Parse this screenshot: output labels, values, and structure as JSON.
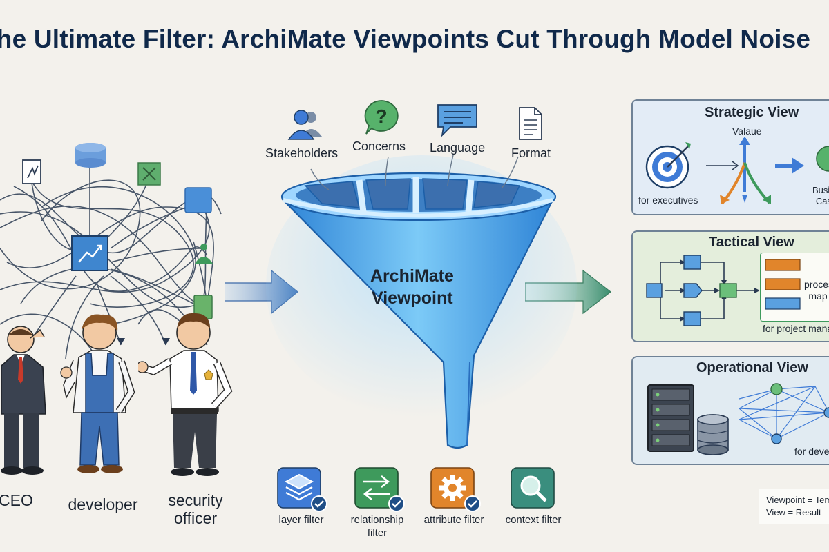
{
  "title": "The Ultimate Filter: ArchiMate Viewpoints Cut Through Model Noise",
  "people": [
    {
      "label": "CEO"
    },
    {
      "label": "developer"
    },
    {
      "label": "security officer"
    }
  ],
  "aspects": [
    {
      "label": "Stakeholders",
      "icon": "users-icon"
    },
    {
      "label": "Concerns",
      "icon": "question-bubble-icon"
    },
    {
      "label": "Language",
      "icon": "chat-bubble-icon"
    },
    {
      "label": "Format",
      "icon": "document-icon"
    }
  ],
  "funnel": {
    "label_line1": "ArchiMate",
    "label_line2": "Viewpoint"
  },
  "filters": [
    {
      "label": "layer filter",
      "icon": "layers-icon",
      "color": "#3f7bd6"
    },
    {
      "label": "relationship filter",
      "icon": "swap-arrows-icon",
      "color": "#3e9a5c"
    },
    {
      "label": "attribute filter",
      "icon": "gear-icon",
      "color": "#e1852b"
    },
    {
      "label": "context filter",
      "icon": "magnifier-icon",
      "color": "#3a8e7e"
    }
  ],
  "views": {
    "strategic": {
      "title": "Strategic View",
      "value_label": "Valaue",
      "audience": "for executives",
      "result_label": "Business Case"
    },
    "tactical": {
      "title": "Tactical View",
      "result_label": "process map",
      "audience": "for project managers"
    },
    "operational": {
      "title": "Operational View",
      "audience": "for developers"
    }
  },
  "legend": {
    "line1": "Viewpoint = Template",
    "line2": "View = Result"
  },
  "colors": {
    "title": "#10294a",
    "funnel": "#3aa8f0",
    "strategic_bg": "#e3ecf6",
    "tactical_bg": "#e4eedc",
    "operational_bg": "#e1ebf2"
  }
}
